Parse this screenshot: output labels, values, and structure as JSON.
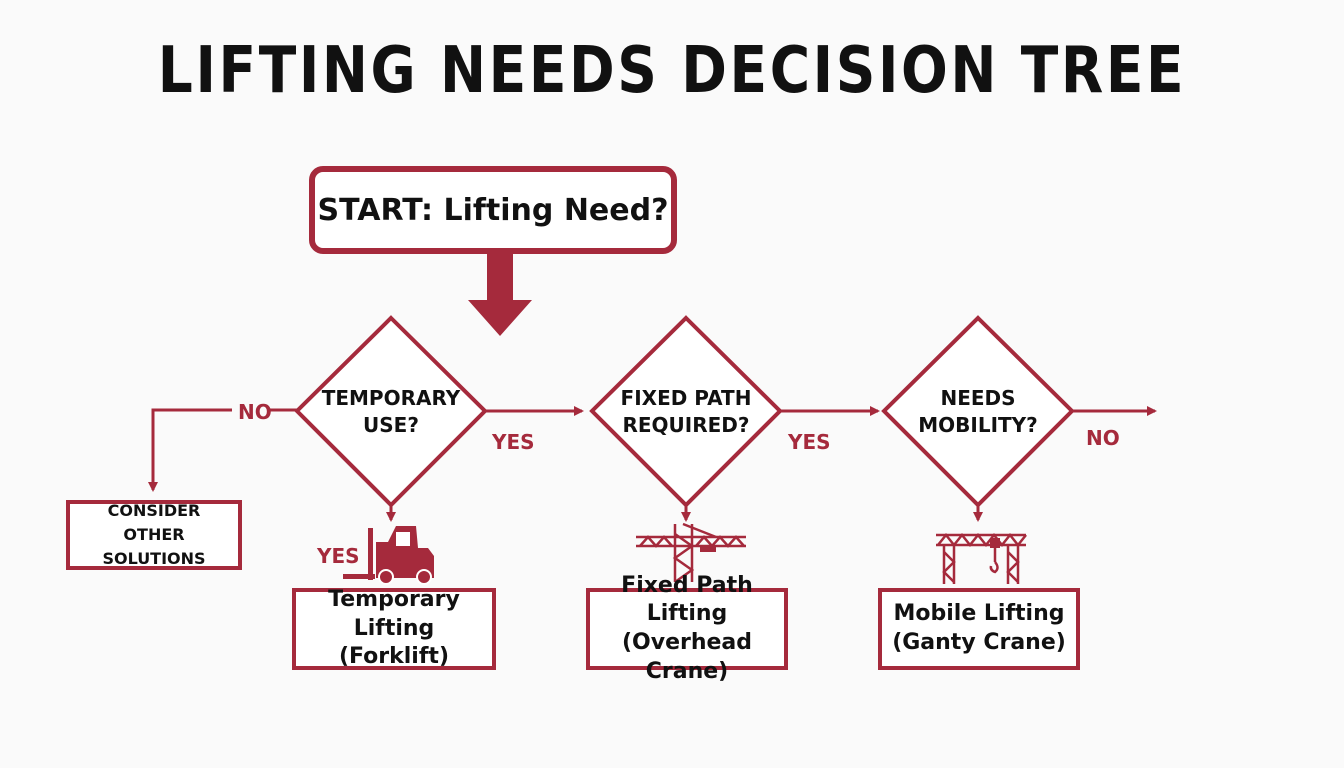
{
  "title": "LIFTING NEEDS DECISION TREE",
  "colors": {
    "accent": "#a52a3c",
    "text": "#111111",
    "background": "#fafafa"
  },
  "start": {
    "label": "START: Lifting Need?"
  },
  "decisions": [
    {
      "line1": "TEMPORARY",
      "line2": "USE?"
    },
    {
      "line1": "FIXED PATH",
      "line2": "REQUIRED?"
    },
    {
      "line1": "NEEDS",
      "line2": "MOBILITY?"
    }
  ],
  "labels": {
    "no_left": "NO",
    "yes_1": "YES",
    "yes_down": "YES",
    "yes_2": "YES",
    "no_right": "NO"
  },
  "other": {
    "line1": "CONSIDER",
    "line2": "OTHER SOLUTIONS"
  },
  "results": [
    {
      "line1": "Temporary Lifting",
      "line2": "(Forklift)",
      "icon": "forklift-icon"
    },
    {
      "line1": "Fixed Path Lifting",
      "line2": "(Overhead Crane)",
      "icon": "tower-crane-icon"
    },
    {
      "line1": "Mobile Lifting",
      "line2": "(Ganty Crane)",
      "icon": "gantry-crane-icon"
    }
  ]
}
